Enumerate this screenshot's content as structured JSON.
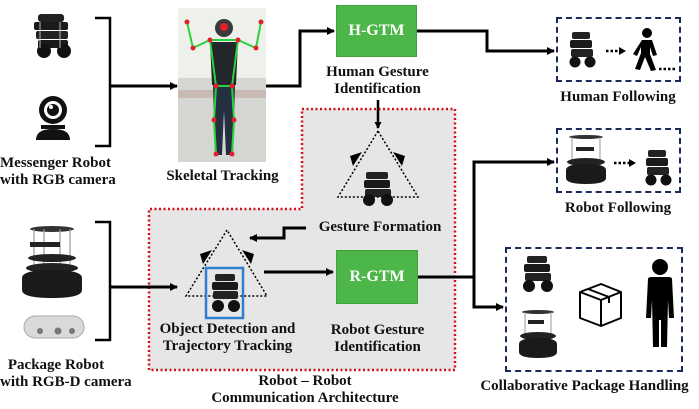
{
  "inputs": {
    "messenger": {
      "line1": "Messenger Robot",
      "line2": "with RGB camera"
    },
    "package": {
      "line1": "Package Robot",
      "line2": "with RGB-D camera"
    }
  },
  "skeletal": {
    "label": "Skeletal Tracking"
  },
  "h_gtm": {
    "title": "H-GTM",
    "line1": "Human Gesture",
    "line2": "Identification"
  },
  "gesture_formation": {
    "label": "Gesture Formation"
  },
  "object_detection": {
    "line1": "Object Detection and",
    "line2": "Trajectory Tracking"
  },
  "r_gtm": {
    "title": "R-GTM",
    "line1": "Robot Gesture",
    "line2": "Identification"
  },
  "architecture": {
    "line1": "Robot – Robot",
    "line2": "Communication Architecture"
  },
  "outputs": {
    "human_following": "Human Following",
    "robot_following": "Robot Following",
    "package_handling": "Collaborative Package Handling"
  },
  "colors": {
    "gtm_green": "#4cb748",
    "region_border": "#d0101a",
    "output_border": "#1b2a5c",
    "detection_box": "#2f7fd0"
  }
}
